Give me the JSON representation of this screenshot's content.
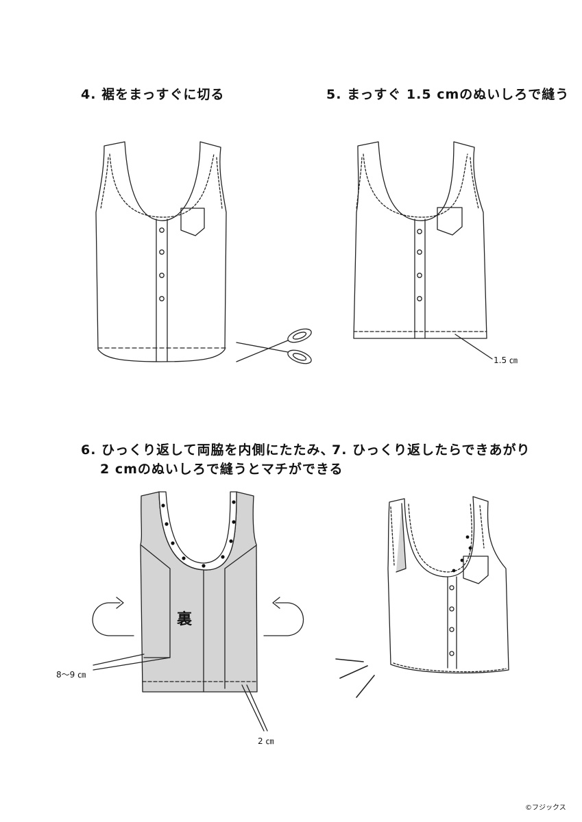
{
  "steps": [
    {
      "number": "4.",
      "title": "裾をまっすぐに切る"
    },
    {
      "number": "5.",
      "title": "まっすぐ 1.5 cmのぬいしろで縫う"
    },
    {
      "number": "6.",
      "title": "ひっくり返して両脇を内側にたたみ、",
      "title_line2": "2 cmのぬいしろで縫うとマチができる"
    },
    {
      "number": "7.",
      "title": "ひっくり返したらできあがり"
    }
  ],
  "labels": {
    "seam_allowance_5": "1.5 ㎝",
    "fold_width_6": "8～9 ㎝",
    "seam_allowance_6": "2 ㎝",
    "inside_mark": "裏"
  },
  "credit": "©フジックス",
  "colors": {
    "line": "#222222",
    "fabric_inside": "#d4d4d4",
    "polka": "#111111"
  },
  "icons": [
    "scissors-icon",
    "fold-arrow-left-icon",
    "fold-arrow-right-icon",
    "motion-lines-icon"
  ]
}
